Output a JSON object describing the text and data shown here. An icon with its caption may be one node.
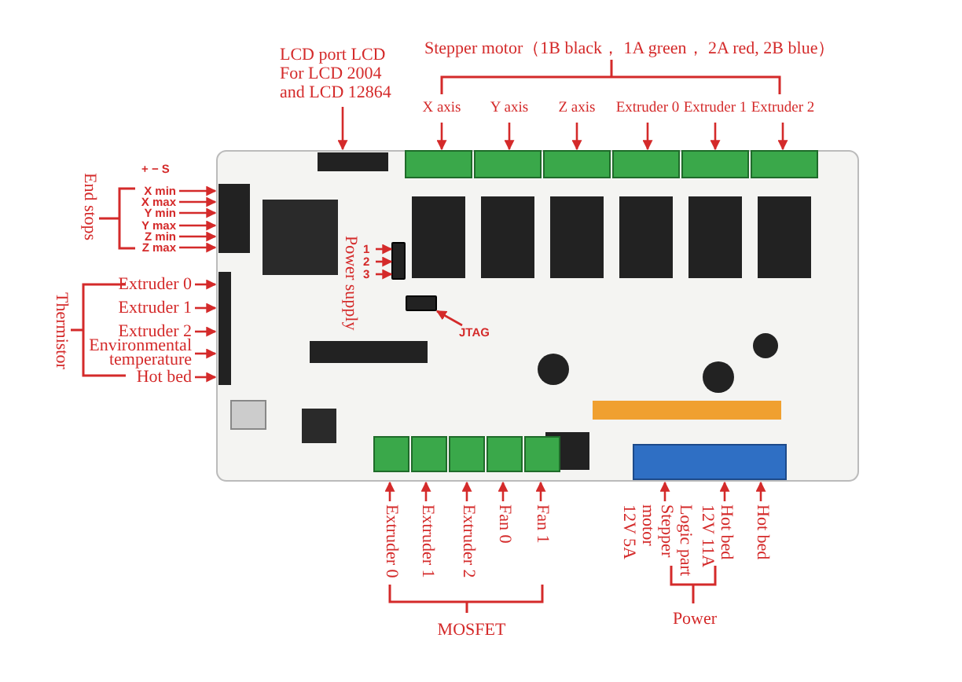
{
  "diagram": {
    "nodes": [
      {
        "text": [],
        "shape": "picture"
      },
      {
        "text": [
          "LCD port LCD For LCD 2004 and LCD 12864"
        ]
      },
      {
        "text": [
          "X axis"
        ]
      },
      {
        "text": [
          "Y axis"
        ]
      },
      {
        "text": [
          "Z axis"
        ]
      },
      {
        "text": [
          "Extruder 0"
        ]
      },
      {
        "text": [
          "Extruder 1"
        ]
      },
      {
        "text": [
          "Extruder 2"
        ]
      },
      {
        "text": [
          "X min"
        ]
      },
      {
        "text": [
          "X max"
        ]
      },
      {
        "text": [
          "Y min"
        ]
      },
      {
        "text": [
          "Y max"
        ]
      },
      {
        "text": [
          "Z min"
        ]
      },
      {
        "text": [
          "Z max"
        ]
      },
      {
        "text": [
          "1"
        ],
        "in": 0
      },
      {
        "text": [
          "2"
        ],
        "in": 0
      },
      {
        "text": [
          "3"
        ],
        "in": 0
      },
      {
        "text": [
          "Extruder 0"
        ]
      },
      {
        "text": [
          "Extruder 1"
        ]
      },
      {
        "text": [
          "Extruder 2"
        ]
      },
      {
        "text": [
          "Environmental temperature"
        ]
      },
      {
        "text": [
          "Hot bed"
        ]
      },
      {
        "text": [
          "JTAG"
        ],
        "in": 0
      },
      {
        "text": [
          "Extruder 0"
        ]
      },
      {
        "text": [
          "Extruder 1"
        ]
      },
      {
        "text": [
          "Extruder 2"
        ]
      },
      {
        "text": [
          "Fan 0"
        ]
      },
      {
        "text": [
          "Fan 1"
        ]
      },
      {
        "text": [
          "Stepper motor 12V 5A"
        ]
      },
      {
        "text": [
          "Hot bed 12V 11A"
        ]
      },
      {
        "text": [
          "Hot bed"
        ]
      },
      {
        "text": [],
        "shape": "box",
        "in": 0
      },
      {
        "text": [],
        "shape": "box",
        "in": 0
      }
    ],
    "edges": [
      {
        "from": 1,
        "to": 0,
        "arrow": "to"
      },
      {
        "from": 2,
        "to": 0,
        "arrow": "to"
      },
      {
        "from": 3,
        "to": 0,
        "arrow": "to"
      },
      {
        "from": 4,
        "to": 0,
        "arrow": "to"
      },
      {
        "from": 5,
        "to": 0,
        "arrow": "to"
      },
      {
        "from": 6,
        "to": 0,
        "arrow": "to"
      },
      {
        "from": 7,
        "to": 0,
        "arrow": "to"
      },
      {
        "from": 8,
        "to": 0,
        "arrow": "to"
      },
      {
        "from": 9,
        "to": 0,
        "arrow": "to"
      },
      {
        "from": 10,
        "to": 0,
        "arrow": "to"
      },
      {
        "from": 11,
        "to": 0,
        "arrow": "to"
      },
      {
        "from": 12,
        "to": 0,
        "arrow": "to"
      },
      {
        "from": 13,
        "to": 0,
        "arrow": "to"
      },
      {
        "from": 14,
        "to": 31,
        "arrow": "to"
      },
      {
        "from": 15,
        "to": 31,
        "arrow": "to"
      },
      {
        "from": 16,
        "to": 31,
        "arrow": "to"
      },
      {
        "from": 17,
        "to": 0,
        "arrow": "to"
      },
      {
        "from": 18,
        "to": 0,
        "arrow": "to"
      },
      {
        "from": 19,
        "to": 0,
        "arrow": "to"
      },
      {
        "from": 20,
        "to": 0,
        "arrow": "to"
      },
      {
        "from": 21,
        "to": 0,
        "arrow": "to"
      },
      {
        "from": 22,
        "to": 32,
        "arrow": "to"
      },
      {
        "from": 23,
        "to": 0,
        "arrow": "to"
      },
      {
        "from": 24,
        "to": 0,
        "arrow": "to"
      },
      {
        "from": 25,
        "to": 0,
        "arrow": "to"
      },
      {
        "from": 26,
        "to": 0,
        "arrow": "to"
      },
      {
        "from": 27,
        "to": 0,
        "arrow": "to"
      },
      {
        "from": 28,
        "to": 0,
        "arrow": "to"
      },
      {
        "from": 29,
        "to": 0,
        "arrow": "to"
      },
      {
        "from": 30,
        "to": 0,
        "arrow": "to"
      }
    ],
    "labels": [
      "Stepper motor（1B black， 1A green， 2A red, 2B blue）",
      "+ − S",
      "End stops",
      "Power supply",
      "Thermistor",
      "Logic part",
      "MOSFET",
      "Power"
    ]
  }
}
